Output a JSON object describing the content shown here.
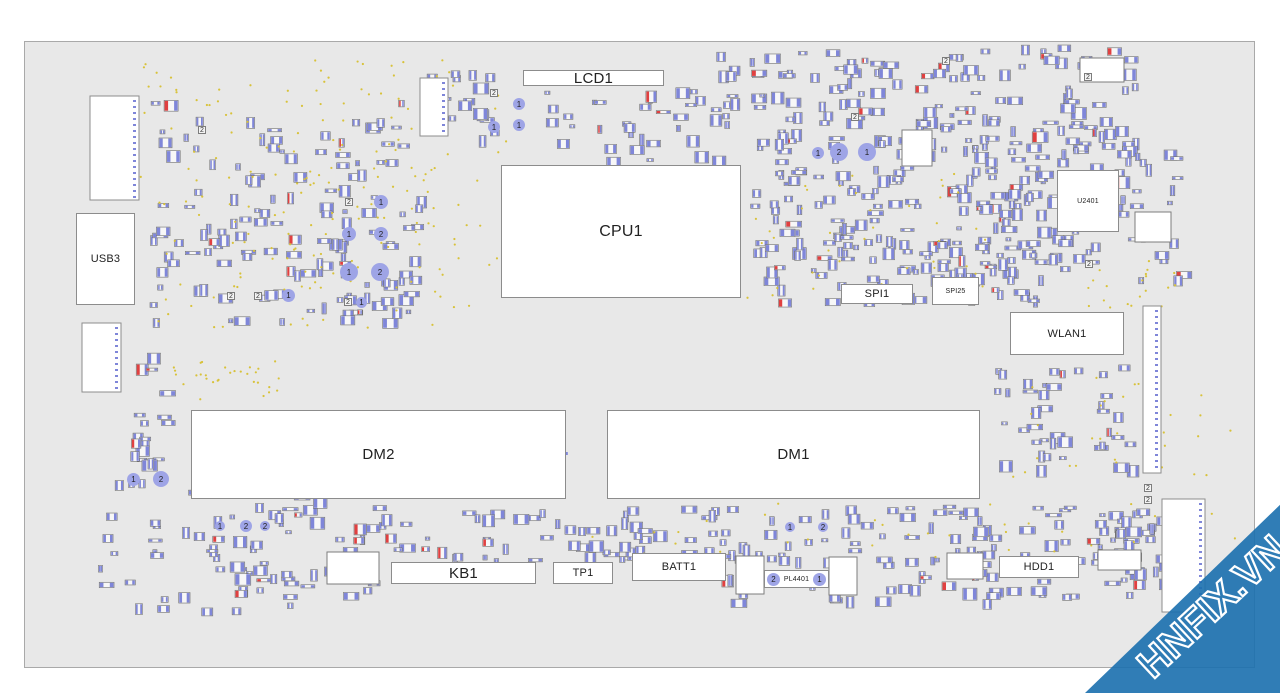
{
  "components": {
    "lcd1": "LCD1",
    "cpu1": "CPU1",
    "usb3": "USB3",
    "spi1": "SPI1",
    "spi25": "SPI25",
    "u2401": "U2401",
    "wlan1": "WLAN1",
    "dm2": "DM2",
    "dm1": "DM1",
    "kb1": "KB1",
    "tp1": "TP1",
    "batt1": "BATT1",
    "pl4401": "PL4401",
    "hdd1": "HDD1"
  },
  "pin_labels": {
    "one": "1",
    "two": "2"
  },
  "watermark": {
    "text": "HNFIX.VN",
    "color": "#1a6fae"
  },
  "colors": {
    "board": "#e8e8e8",
    "pad": "#7f86d9",
    "via": "#d8c23a",
    "accent": "#e04040"
  }
}
